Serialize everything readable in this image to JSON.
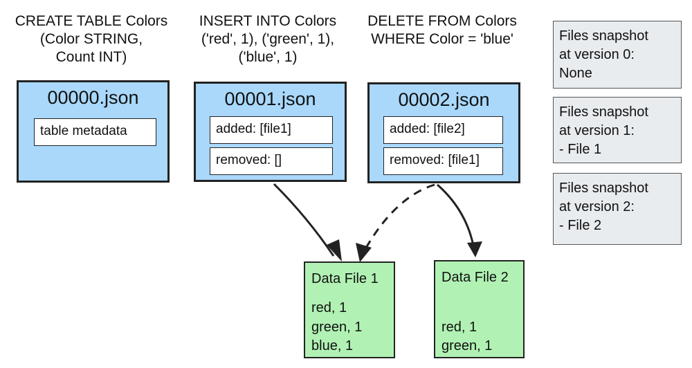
{
  "captions": [
    {
      "lines": [
        "CREATE TABLE Colors",
        "(Color STRING,",
        "Count INT)"
      ]
    },
    {
      "lines": [
        "INSERT INTO Colors",
        "('red', 1), ('green', 1),",
        "('blue', 1)"
      ]
    },
    {
      "lines": [
        "DELETE FROM Colors",
        "WHERE Color = 'blue'"
      ]
    }
  ],
  "commits": [
    {
      "title": "00000.json",
      "entries": [
        "table metadata"
      ]
    },
    {
      "title": "00001.json",
      "entries": [
        "added: [file1]",
        "removed: []"
      ]
    },
    {
      "title": "00002.json",
      "entries": [
        "added: [file2]",
        "removed: [file1]"
      ]
    }
  ],
  "snapshots": [
    {
      "lines": [
        "Files snapshot",
        "at version 0:",
        "None"
      ]
    },
    {
      "lines": [
        "Files snapshot",
        "at version 1:",
        "- File 1"
      ]
    },
    {
      "lines": [
        "Files snapshot",
        "at version 2:",
        "- File 2"
      ]
    }
  ],
  "data_files": [
    {
      "title": "Data File 1",
      "rows": [
        "red, 1",
        "green, 1",
        "blue, 1"
      ]
    },
    {
      "title": "Data File 2",
      "rows": [
        "red, 1",
        "green, 1"
      ]
    }
  ],
  "edges": [
    {
      "from": "00001.json",
      "to": "Data File 1",
      "style": "solid"
    },
    {
      "from": "00002.json",
      "to": "Data File 1",
      "style": "dashed"
    },
    {
      "from": "00002.json",
      "to": "Data File 2",
      "style": "solid"
    }
  ],
  "colors": {
    "commit_fill": "#a9d8fb",
    "data_file_fill": "#b1f2b4",
    "snapshot_fill": "#e9ecef",
    "stroke": "#222222"
  }
}
